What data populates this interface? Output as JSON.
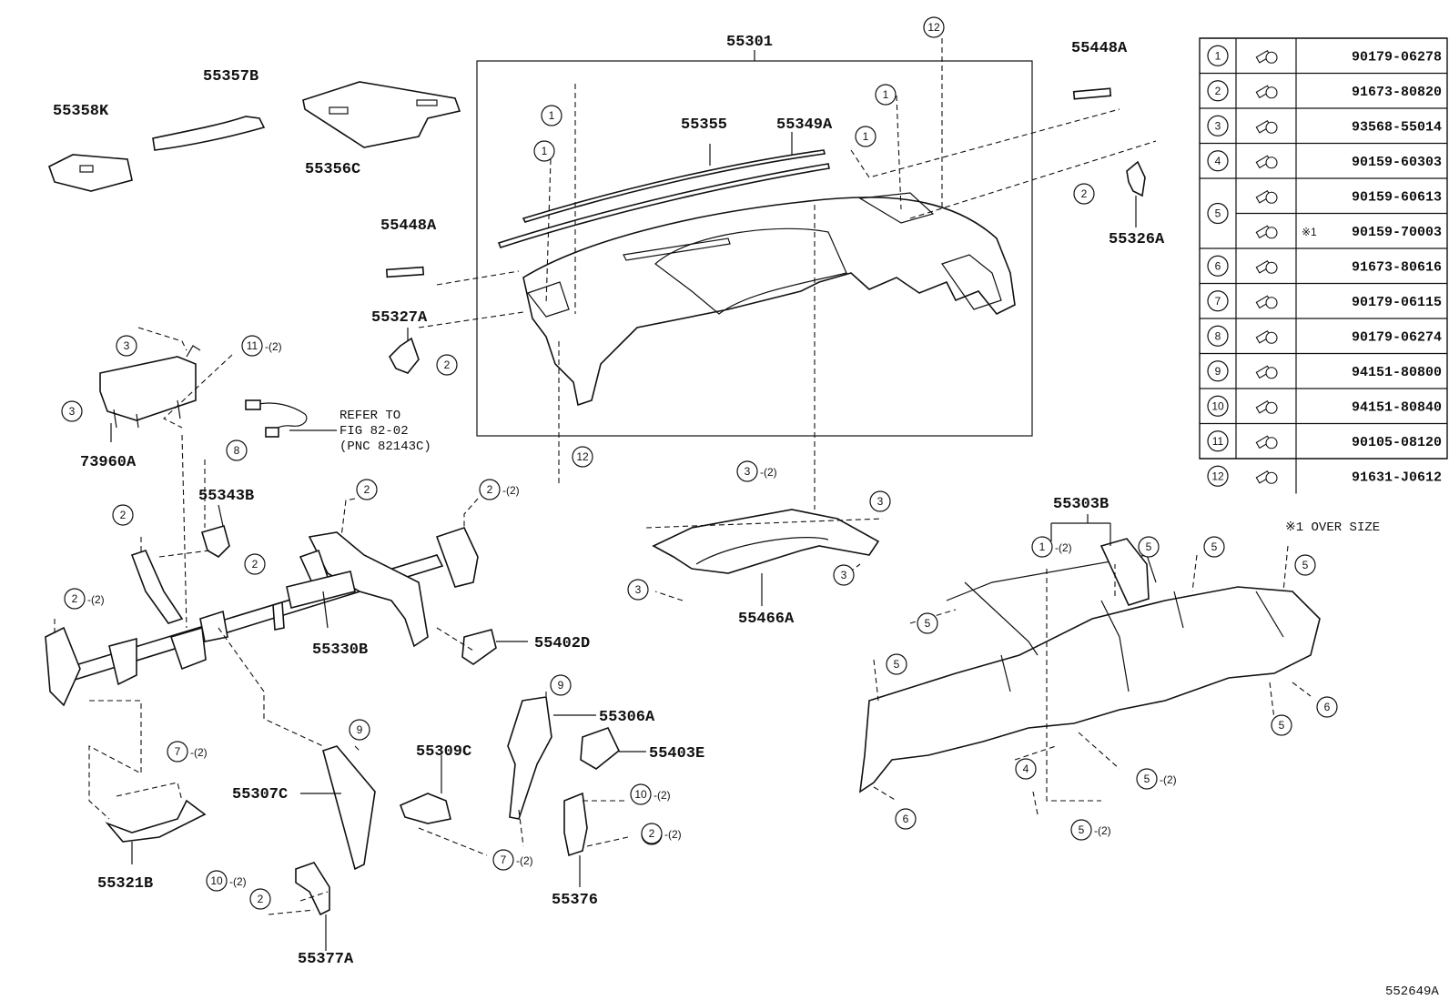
{
  "diagram_id": "552649A",
  "labels": {
    "p55301": "55301",
    "p55357B": "55357B",
    "p55358K": "55358K",
    "p55356C": "55356C",
    "p55355": "55355",
    "p55349A": "55349A",
    "p55448A_top": "55448A",
    "p55448A_mid": "55448A",
    "p55326A": "55326A",
    "p55327A": "55327A",
    "p73960A": "73960A",
    "p55343B": "55343B",
    "p55330B": "55330B",
    "p55402D": "55402D",
    "p55306A": "55306A",
    "p55403E": "55403E",
    "p55309C": "55309C",
    "p55307C": "55307C",
    "p55376": "55376",
    "p55377A": "55377A",
    "p55321B": "55321B",
    "p55466A": "55466A",
    "p55303B": "55303B"
  },
  "refer_note": {
    "line1": "REFER TO",
    "line2": "FIG 82-02",
    "line3": "(PNC 82143C)"
  },
  "footnote": "※1 OVER SIZE",
  "fastener_table": [
    {
      "num": "1",
      "part": "90179-06278"
    },
    {
      "num": "2",
      "part": "91673-80820"
    },
    {
      "num": "3",
      "part": "93568-55014"
    },
    {
      "num": "4",
      "part": "90159-60303"
    },
    {
      "num": "5",
      "part": "90159-60613"
    },
    {
      "num": "5",
      "part": "90159-70003",
      "note": "※1"
    },
    {
      "num": "6",
      "part": "91673-80616"
    },
    {
      "num": "7",
      "part": "90179-06115"
    },
    {
      "num": "8",
      "part": "90179-06274"
    },
    {
      "num": "9",
      "part": "94151-80800"
    },
    {
      "num": "10",
      "part": "94151-80840"
    },
    {
      "num": "11",
      "part": "90105-08120"
    },
    {
      "num": "12",
      "part": "91631-J0612"
    }
  ],
  "callouts": [
    {
      "num": "1"
    },
    {
      "num": "1"
    },
    {
      "num": "1"
    },
    {
      "num": "1"
    },
    {
      "num": "12"
    },
    {
      "num": "12"
    },
    {
      "num": "2"
    },
    {
      "num": "2"
    },
    {
      "num": "2"
    },
    {
      "num": "2"
    },
    {
      "num": "2"
    },
    {
      "num": "2"
    },
    {
      "num": "2"
    },
    {
      "num": "3"
    },
    {
      "num": "3"
    },
    {
      "num": "3"
    },
    {
      "num": "3"
    },
    {
      "num": "3"
    },
    {
      "num": "11",
      "qty": "(2)"
    },
    {
      "num": "8"
    },
    {
      "num": "2",
      "qty": "(2)"
    },
    {
      "num": "2",
      "qty": "(2)"
    },
    {
      "num": "2",
      "qty": "(2)"
    },
    {
      "num": "3",
      "qty": "(2)"
    },
    {
      "num": "9"
    },
    {
      "num": "9"
    },
    {
      "num": "7",
      "qty": "(2)"
    },
    {
      "num": "7",
      "qty": "(2)"
    },
    {
      "num": "10",
      "qty": "(2)"
    },
    {
      "num": "10",
      "qty": "(2)"
    },
    {
      "num": "1",
      "qty": "(2)"
    },
    {
      "num": "5"
    },
    {
      "num": "5"
    },
    {
      "num": "5"
    },
    {
      "num": "5"
    },
    {
      "num": "5"
    },
    {
      "num": "5"
    },
    {
      "num": "5",
      "qty": "(2)"
    },
    {
      "num": "5",
      "qty": "(2)"
    },
    {
      "num": "6"
    },
    {
      "num": "6"
    },
    {
      "num": "4"
    }
  ]
}
